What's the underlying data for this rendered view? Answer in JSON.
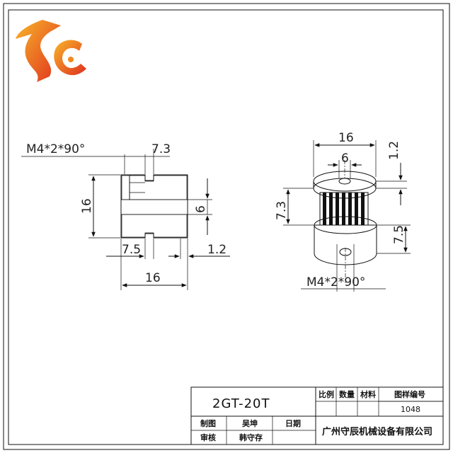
{
  "drawing": {
    "part_name": "2GT-20T",
    "drawing_no": "1048",
    "company": "广州守辰机械设备有限公司",
    "logo_text": "SC",
    "title_block": {
      "scale_label": "比例",
      "quantity_label": "数量",
      "material_label": "材料",
      "drawing_no_label": "图样编号",
      "drawn_label": "制图",
      "drawn_by": "吴坤",
      "date_label": "日期",
      "checked_label": "审核",
      "checked_by": "韩守存"
    },
    "left_view": {
      "dims": {
        "screw": "M4*2*90°",
        "hub_len": "7.3",
        "height": "16",
        "bore": "6",
        "flange_w": "7.5",
        "flange_t": "1.2",
        "total_w": "16"
      }
    },
    "right_view": {
      "dims": {
        "width": "16",
        "bore": "6",
        "flange_t": "1.2",
        "teeth_h": "7.3",
        "hub_h": "7.5",
        "screw": "M4*2*90°"
      }
    }
  },
  "colors": {
    "ink": "#111111",
    "logo_orange": "#f2891d",
    "logo_red": "#e0301e"
  }
}
